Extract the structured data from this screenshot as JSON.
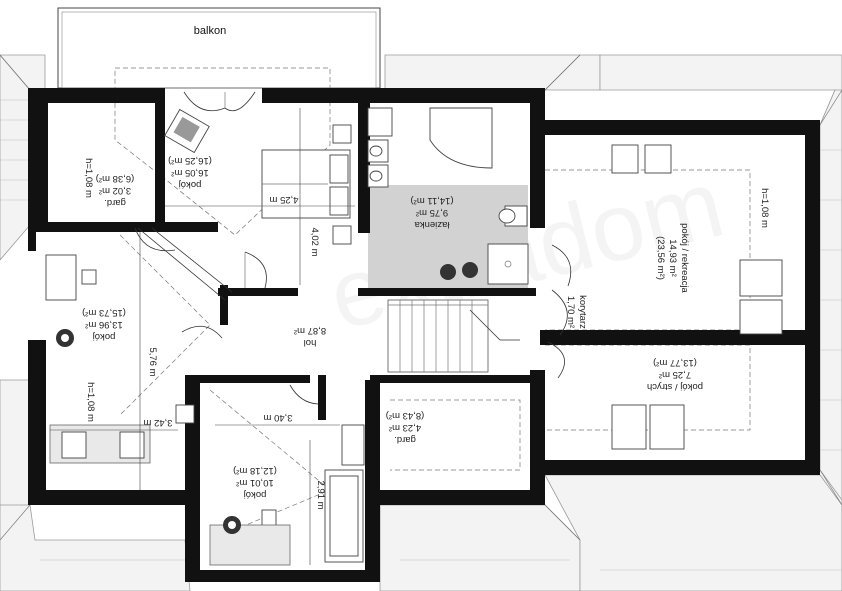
{
  "balcony": {
    "label": "balkon"
  },
  "rooms": {
    "pokoj_top": {
      "name": "pokój",
      "area": "16,05 m²",
      "area_alt": "(16,25 m²)"
    },
    "gard_top": {
      "name": "gard.",
      "area": "3,02 m²",
      "area_alt": "(6,38 m²)",
      "height": "h=1,08 m"
    },
    "lazienka": {
      "name": "łazienka",
      "area": "9,75 m²",
      "area_alt": "(14,11 m²)"
    },
    "pokoj_rekreacja": {
      "name": "pokój / rekreacja",
      "area": "14,93 m²",
      "area_alt": "(23,56 m²)",
      "height": "h=1,08 m"
    },
    "korytarz": {
      "name": "korytarz",
      "area": "1,70 m²"
    },
    "pokoj_strych": {
      "name": "pokój / strych",
      "area": "7,25 m²",
      "area_alt": "(13,77 m²)"
    },
    "hol": {
      "name": "hol",
      "area": "8,87 m²"
    },
    "pokoj_left": {
      "name": "pokój",
      "area": "13,96 m²",
      "area_alt": "(15,73 m²)",
      "height": "h=1,08 m"
    },
    "gard_bottom": {
      "name": "gard.",
      "area": "4,23 m²",
      "area_alt": "(8,43 m²)"
    },
    "pokoj_bottom": {
      "name": "pokój",
      "area": "10,01 m²",
      "area_alt": "(12,18 m²)"
    }
  },
  "dimensions": {
    "d_425": "4,25 m",
    "d_402": "4,02 m",
    "d_576": "5,76 m",
    "d_342": "3,42 m",
    "d_340": "3,40 m",
    "d_291": "2,91 m"
  },
  "watermark": "extradom"
}
